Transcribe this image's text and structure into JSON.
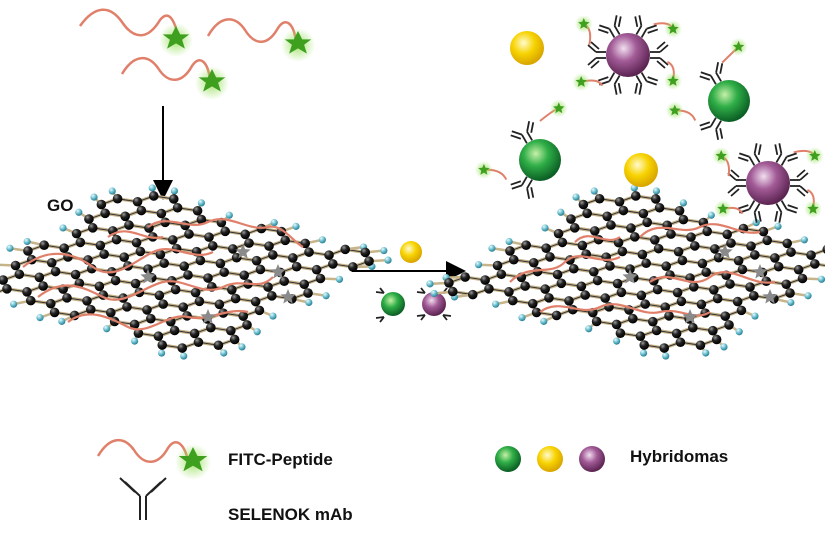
{
  "labels": {
    "go": "GO",
    "fitc_peptide": "FITC-Peptide",
    "selenok_mab": "SELENOK mAb",
    "hybridomas": "Hybridomas"
  },
  "colors": {
    "peptide_strand": "#e0806a",
    "fitc_star": "#3fa020",
    "cell_green": "#1f9a3a",
    "cell_yellow": "#f2cc00",
    "cell_purple": "#9a4f8e",
    "carbon_atom": "#151515",
    "edge_atom": "#5fb7c8",
    "arrow": "#000000"
  },
  "icons": [
    "fitc-star-icon",
    "antibody-icon",
    "arrow-icon"
  ]
}
